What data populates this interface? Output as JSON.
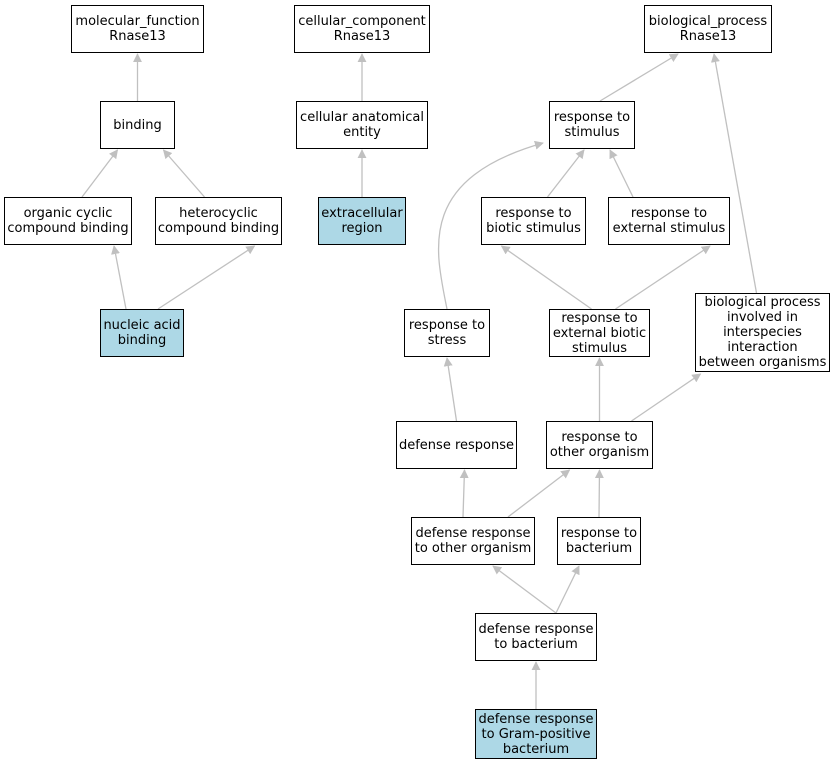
{
  "colors": {
    "highlight": "#add8e6",
    "edge": "#c0c0c0",
    "border": "#000000"
  },
  "nodes": {
    "mf_root": {
      "label": "molecular_function\nRnase13",
      "highlight": false
    },
    "cc_root": {
      "label": "cellular_component\nRnase13",
      "highlight": false
    },
    "bp_root": {
      "label": "biological_process\nRnase13",
      "highlight": false
    },
    "binding": {
      "label": "binding",
      "highlight": false
    },
    "cell_anat": {
      "label": "cellular anatomical\nentity",
      "highlight": false
    },
    "resp_stim": {
      "label": "response to\nstimulus",
      "highlight": false
    },
    "org_cyclic": {
      "label": "organic cyclic\ncompound binding",
      "highlight": false
    },
    "heterocyclic": {
      "label": "heterocyclic\ncompound binding",
      "highlight": false
    },
    "extracellular": {
      "label": "extracellular\nregion",
      "highlight": true
    },
    "resp_biotic": {
      "label": "response to\nbiotic stimulus",
      "highlight": false
    },
    "resp_external": {
      "label": "response to\nexternal stimulus",
      "highlight": false
    },
    "nucleic": {
      "label": "nucleic acid\nbinding",
      "highlight": true
    },
    "resp_stress": {
      "label": "response to\nstress",
      "highlight": false
    },
    "resp_ext_biotic": {
      "label": "response to\nexternal biotic\nstimulus",
      "highlight": false
    },
    "bp_interspecies": {
      "label": "biological process\ninvolved in\ninterspecies\ninteraction\nbetween organisms",
      "highlight": false
    },
    "defense": {
      "label": "defense response",
      "highlight": false
    },
    "resp_other_org": {
      "label": "response to\nother organism",
      "highlight": false
    },
    "def_other_org": {
      "label": "defense response\nto other organism",
      "highlight": false
    },
    "resp_bacterium": {
      "label": "response to\nbacterium",
      "highlight": false
    },
    "def_bacterium": {
      "label": "defense response\nto bacterium",
      "highlight": false
    },
    "def_gram_pos": {
      "label": "defense response\nto Gram-positive\nbacterium",
      "highlight": true
    }
  },
  "edges": [
    {
      "from": "binding",
      "to": "mf_root"
    },
    {
      "from": "org_cyclic",
      "to": "binding"
    },
    {
      "from": "heterocyclic",
      "to": "binding"
    },
    {
      "from": "nucleic",
      "to": "org_cyclic"
    },
    {
      "from": "nucleic",
      "to": "heterocyclic"
    },
    {
      "from": "cell_anat",
      "to": "cc_root"
    },
    {
      "from": "extracellular",
      "to": "cell_anat"
    },
    {
      "from": "resp_stim",
      "to": "bp_root"
    },
    {
      "from": "resp_biotic",
      "to": "resp_stim"
    },
    {
      "from": "resp_external",
      "to": "resp_stim"
    },
    {
      "from": "resp_stress",
      "to": "resp_stim"
    },
    {
      "from": "resp_ext_biotic",
      "to": "resp_biotic"
    },
    {
      "from": "resp_ext_biotic",
      "to": "resp_external"
    },
    {
      "from": "bp_interspecies",
      "to": "bp_root"
    },
    {
      "from": "defense",
      "to": "resp_stress"
    },
    {
      "from": "resp_other_org",
      "to": "resp_ext_biotic"
    },
    {
      "from": "resp_other_org",
      "to": "bp_interspecies"
    },
    {
      "from": "def_other_org",
      "to": "defense"
    },
    {
      "from": "def_other_org",
      "to": "resp_other_org"
    },
    {
      "from": "resp_bacterium",
      "to": "resp_other_org"
    },
    {
      "from": "def_bacterium",
      "to": "def_other_org"
    },
    {
      "from": "def_bacterium",
      "to": "resp_bacterium"
    },
    {
      "from": "def_gram_pos",
      "to": "def_bacterium"
    }
  ]
}
